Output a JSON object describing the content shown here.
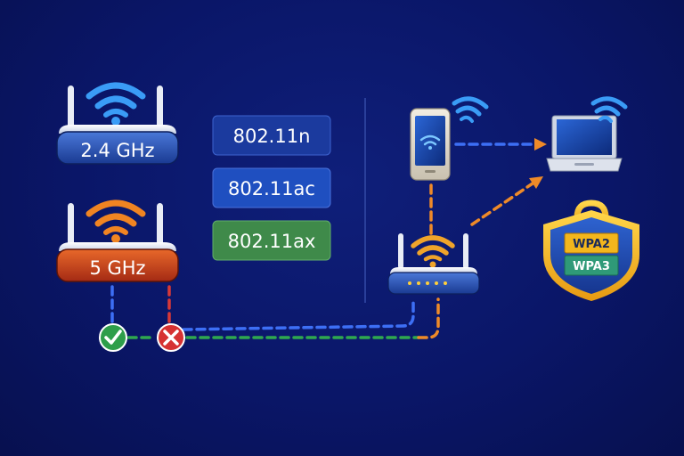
{
  "routers": {
    "router_24": {
      "label": "2.4 GHz"
    },
    "router_5": {
      "label": "5 GHz"
    }
  },
  "standards": [
    {
      "label": "802.11n",
      "color": "#1b3a9e"
    },
    {
      "label": "802.11ac",
      "color": "#1f4fc0"
    },
    {
      "label": "802.11ax",
      "color": "#3f8a4a"
    }
  ],
  "security": {
    "badges": [
      "WPA2",
      "WPA3"
    ],
    "badge_colors": [
      "#f3b61c",
      "#2f9a78"
    ]
  },
  "colors": {
    "blue_link": "#3d6ff5",
    "orange_link": "#ef8a28",
    "green_link": "#2fa84f",
    "red_link": "#d83838",
    "wifi_blue": "#3a9cf6",
    "wifi_orange": "#f08422"
  },
  "icons": [
    "router-icon",
    "wifi-icon",
    "smartphone-icon",
    "laptop-icon",
    "shield-lock-icon",
    "check-icon",
    "cross-icon"
  ]
}
